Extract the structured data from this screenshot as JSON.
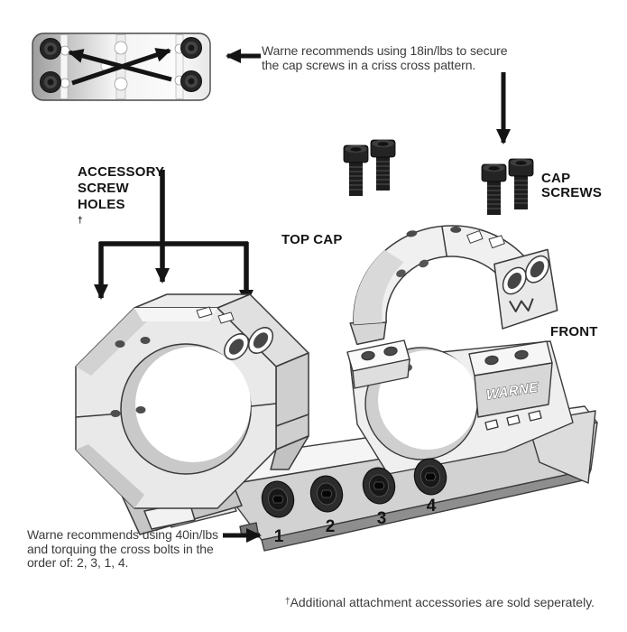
{
  "top_note": {
    "line1": "Warne recommends using 18in/lbs to secure",
    "line2": "the cap screws in a criss cross pattern."
  },
  "labels": {
    "accessory_line1": "ACCESSORY",
    "accessory_line2": "SCREW",
    "accessory_line3": "HOLES",
    "accessory_dagger": "†",
    "top_cap": "TOP CAP",
    "cap_screws_line1": "CAP",
    "cap_screws_line2": "SCREWS",
    "front": "FRONT",
    "brand": "WARNE"
  },
  "bottom_note": {
    "line1": "Warne recommends using 40in/lbs",
    "line2": "and torquing the cross bolts in the",
    "line3": "order of: 2, 3, 1, 4."
  },
  "footnote": {
    "dagger": "†",
    "text": "Additional attachment accessories are sold seperately."
  },
  "bolt_numbers": [
    "1",
    "2",
    "3",
    "4"
  ],
  "colors": {
    "ink": "#141414",
    "body_text": "#3c3c3c",
    "metal_light": "#f2f2f2",
    "metal_mid": "#d6d6d6",
    "metal_dark": "#bdbdbd",
    "screw_black": "#242424"
  }
}
